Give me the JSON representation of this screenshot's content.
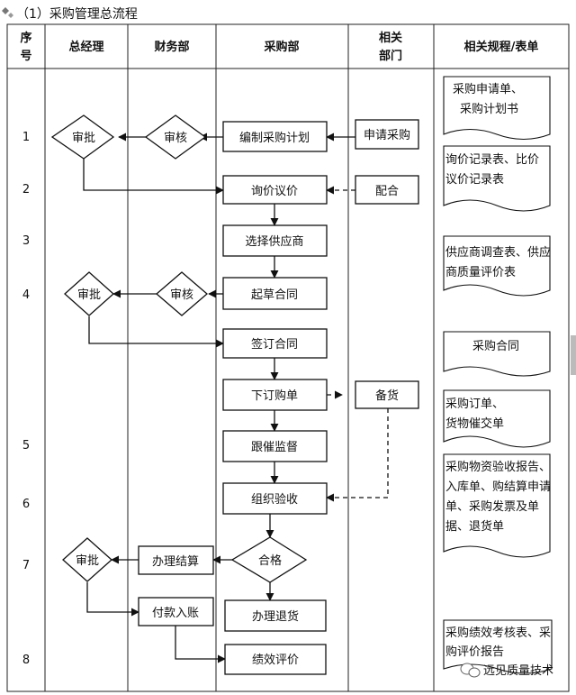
{
  "title": "（1）采购管理总流程",
  "headers": {
    "seq_line1": "序",
    "seq_line2": "号",
    "gm": "总经理",
    "finance": "财务部",
    "purchase": "采购部",
    "related_line1": "相关",
    "related_line2": "部门",
    "forms": "相关规程/表单"
  },
  "row_numbers": [
    "1",
    "2",
    "3",
    "4",
    "5",
    "6",
    "7",
    "8"
  ],
  "nodes": {
    "approve1": "审批",
    "review1": "审核",
    "plan": "编制采购计划",
    "request": "申请采购",
    "inquiry": "询价议价",
    "cooperate": "配合",
    "select_supplier": "选择供应商",
    "approve2": "审批",
    "review2": "审核",
    "draft_contract": "起草合同",
    "sign_contract": "签订合同",
    "place_order": "下订购单",
    "stock": "备货",
    "follow_up": "跟催监督",
    "inspection": "组织验收",
    "approve3": "审批",
    "settlement": "办理结算",
    "qualified": "合格",
    "payment": "付款入账",
    "return_goods": "办理退货",
    "evaluation": "绩效评价"
  },
  "documents": {
    "doc1": [
      "采购申请单、",
      "采购计划书"
    ],
    "doc2": [
      "询价记录表、比价",
      "议价记录表"
    ],
    "doc3": [
      "供应商调查表、供应",
      "商质量评价表"
    ],
    "doc4": [
      "采购合同"
    ],
    "doc5": [
      "采购订单、",
      "货物催交单"
    ],
    "doc6": [
      "采购物资验收报告、",
      "入库单、购结算申请",
      "单、采购发票及单",
      "据、退货单"
    ],
    "doc7": [
      "采购绩效考核表、采",
      "购评价报告"
    ]
  },
  "watermark": "远见质量技术"
}
